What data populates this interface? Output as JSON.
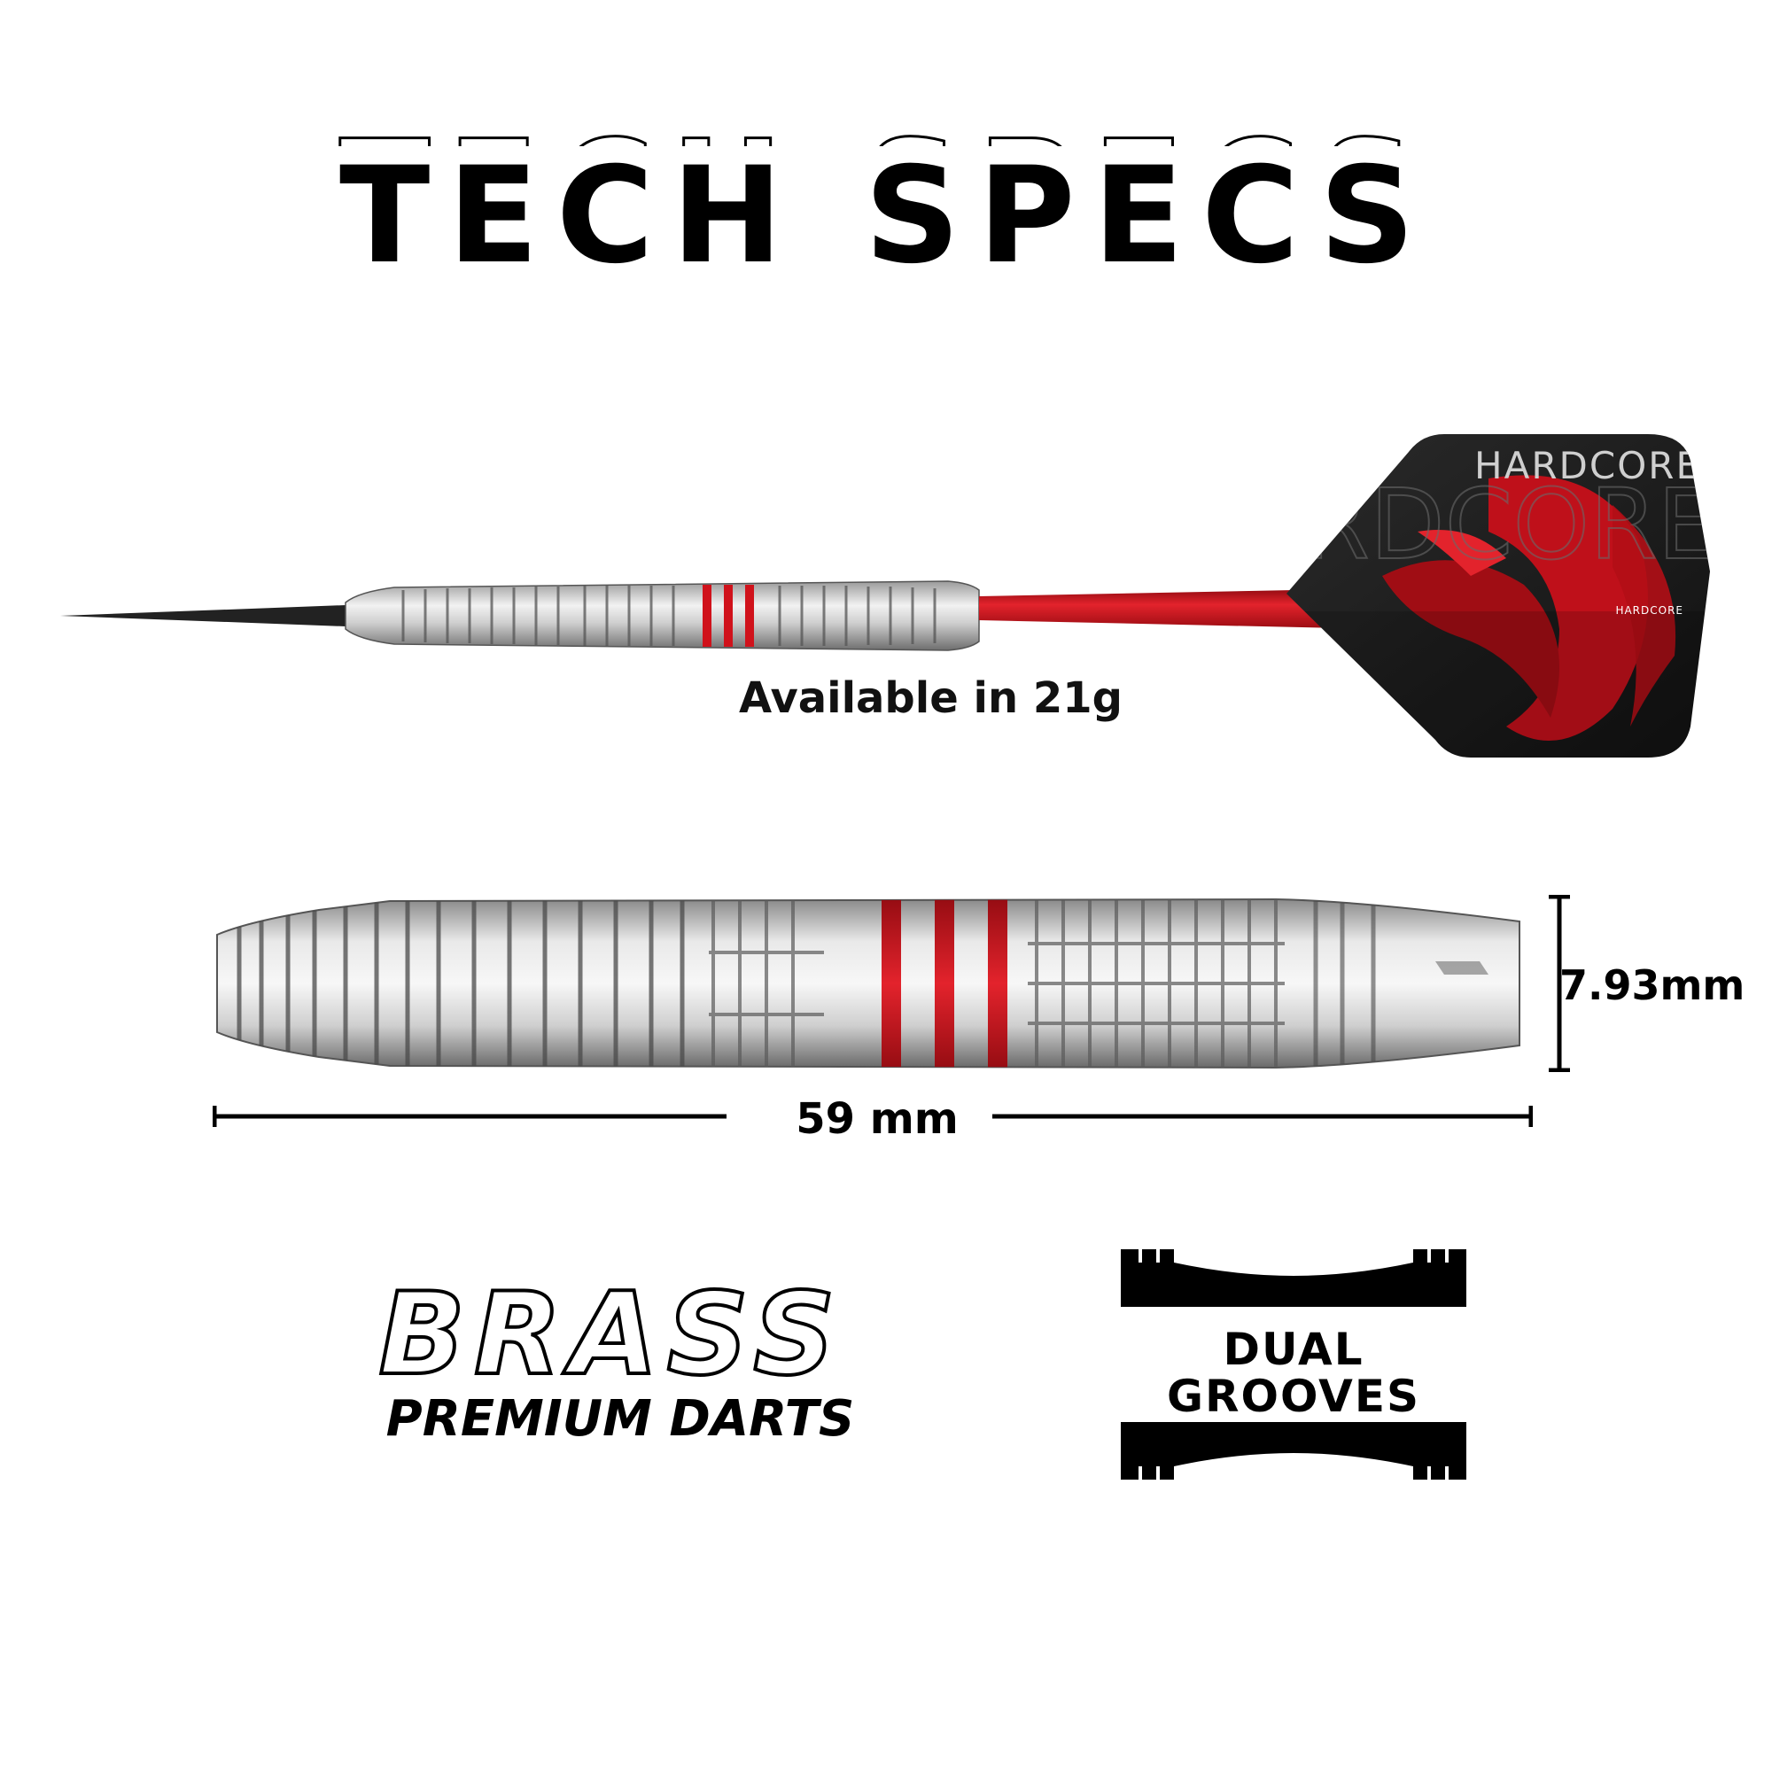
{
  "title": {
    "text": "TECH SPECS"
  },
  "product": {
    "availability": "Available in 21g",
    "flight_brand": "HARDCORE",
    "flight_watermark": "HARDCORE",
    "flight_small_logo": "HARDCORE"
  },
  "dimensions": {
    "diameter": "7.93mm",
    "length": "59 mm"
  },
  "badges": {
    "brass_title": "BRASS",
    "brass_subtitle": "PREMIUM DARTS",
    "grooves_line1": "DUAL",
    "grooves_line2": "GROOVES"
  },
  "colors": {
    "accent_red": "#d0121b",
    "dark_red": "#8e0a10",
    "flight_black": "#1a1a1a",
    "steel_light": "#e6e6e6",
    "steel_dark": "#7a7a7a"
  }
}
